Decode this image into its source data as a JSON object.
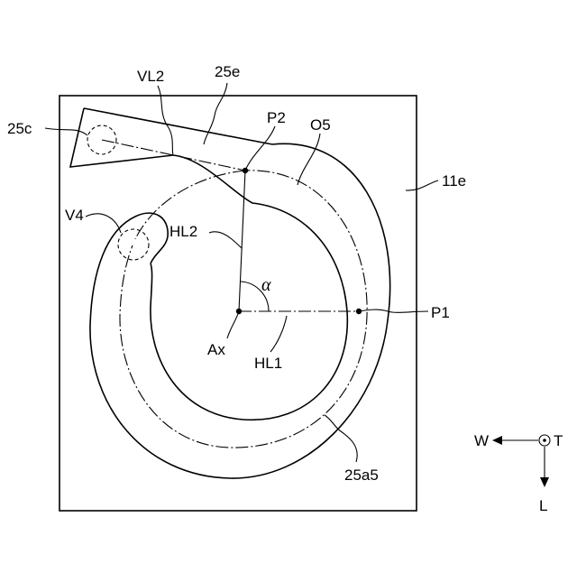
{
  "labels": {
    "vl2": "VL2",
    "e25": "25e",
    "c25": "25c",
    "p2": "P2",
    "o5": "O5",
    "e11": "11e",
    "v4": "V4",
    "hl2": "HL2",
    "alpha": "α",
    "p1": "P1",
    "ax": "Ax",
    "hl1": "HL1",
    "a25_5": "25a5",
    "dir_w": "W",
    "dir_t": "T",
    "dir_l": "L"
  }
}
